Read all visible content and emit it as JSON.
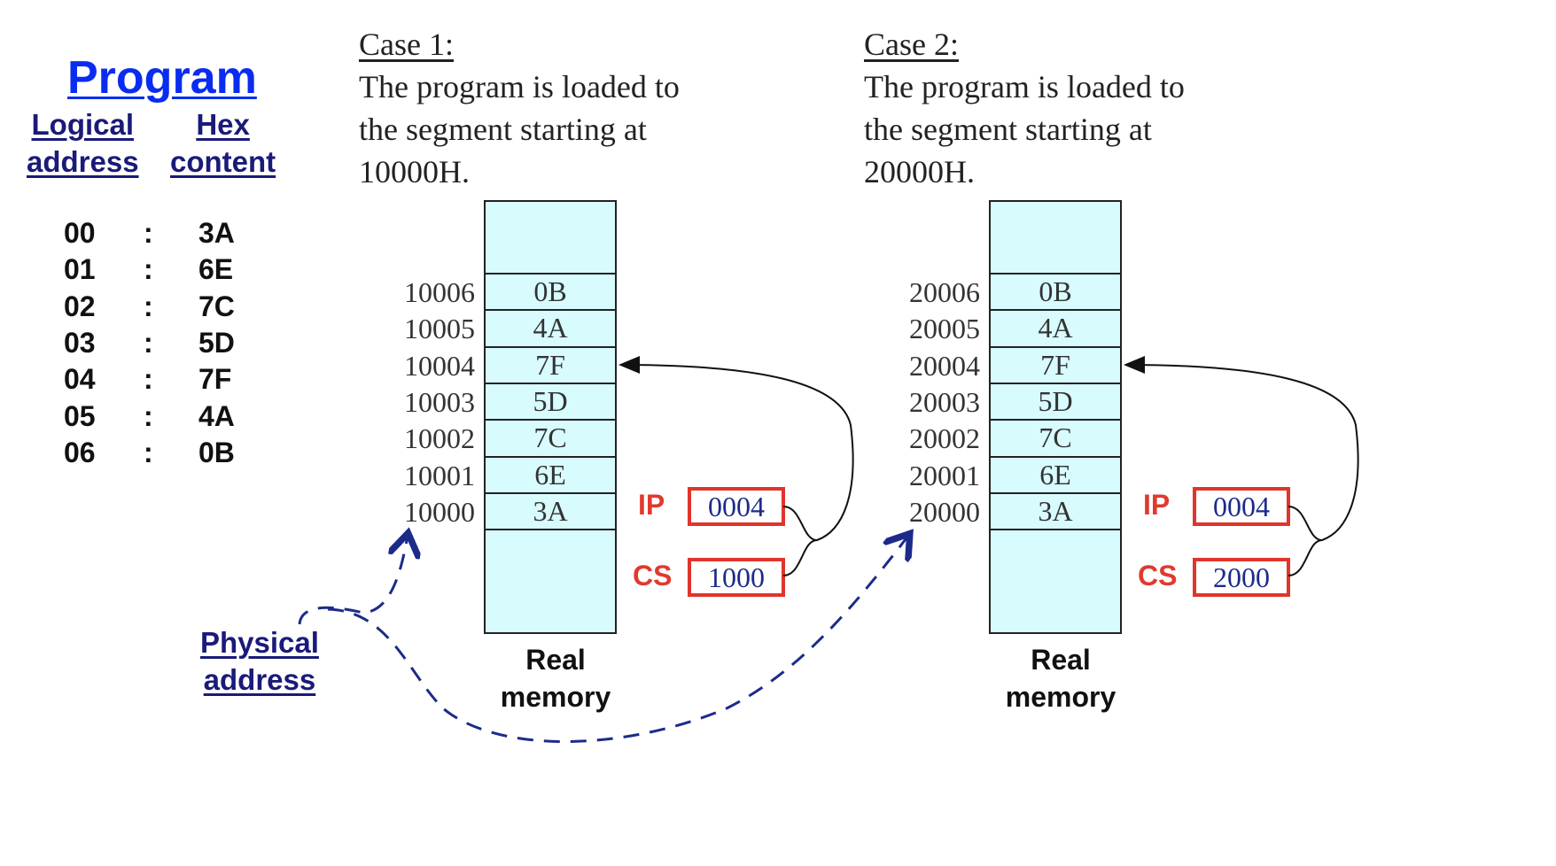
{
  "program": {
    "title": "Program",
    "col_logical": [
      "Logical",
      "address"
    ],
    "col_hex": [
      "Hex",
      "content"
    ],
    "rows": [
      {
        "addr": "00",
        "sep": ":",
        "hex": "3A"
      },
      {
        "addr": "01",
        "sep": ":",
        "hex": "6E"
      },
      {
        "addr": "02",
        "sep": ":",
        "hex": "7C"
      },
      {
        "addr": "03",
        "sep": ":",
        "hex": "5D"
      },
      {
        "addr": "04",
        "sep": ":",
        "hex": "7F"
      },
      {
        "addr": "05",
        "sep": ":",
        "hex": "4A"
      },
      {
        "addr": "06",
        "sep": ":",
        "hex": "0B"
      }
    ]
  },
  "physical_label": [
    "Physical",
    "address"
  ],
  "cases": [
    {
      "title": "Case 1:",
      "desc": [
        "The program is loaded to",
        "the segment starting at",
        "10000H."
      ],
      "cells": [
        {
          "addr": "10006",
          "val": "0B"
        },
        {
          "addr": "10005",
          "val": "4A"
        },
        {
          "addr": "10004",
          "val": "7F"
        },
        {
          "addr": "10003",
          "val": "5D"
        },
        {
          "addr": "10002",
          "val": "7C"
        },
        {
          "addr": "10001",
          "val": "6E"
        },
        {
          "addr": "10000",
          "val": "3A"
        }
      ],
      "ip_label": "IP",
      "ip_value": "0004",
      "cs_label": "CS",
      "cs_value": "1000",
      "mem_label": [
        "Real",
        "memory"
      ]
    },
    {
      "title": "Case 2:",
      "desc": [
        "The program is loaded to",
        "the segment starting at",
        "20000H."
      ],
      "cells": [
        {
          "addr": "20006",
          "val": "0B"
        },
        {
          "addr": "20005",
          "val": "4A"
        },
        {
          "addr": "20004",
          "val": "7F"
        },
        {
          "addr": "20003",
          "val": "5D"
        },
        {
          "addr": "20002",
          "val": "7C"
        },
        {
          "addr": "20001",
          "val": "6E"
        },
        {
          "addr": "20000",
          "val": "3A"
        }
      ],
      "ip_label": "IP",
      "ip_value": "0004",
      "cs_label": "CS",
      "cs_value": "2000",
      "mem_label": [
        "Real",
        "memory"
      ]
    }
  ],
  "colors": {
    "title_blue": "#0a2cf0",
    "label_navy": "#1a1a7a",
    "memory_fill": "#d8fbfd",
    "register_red": "#e0352b",
    "register_value": "#1c2b8a"
  }
}
